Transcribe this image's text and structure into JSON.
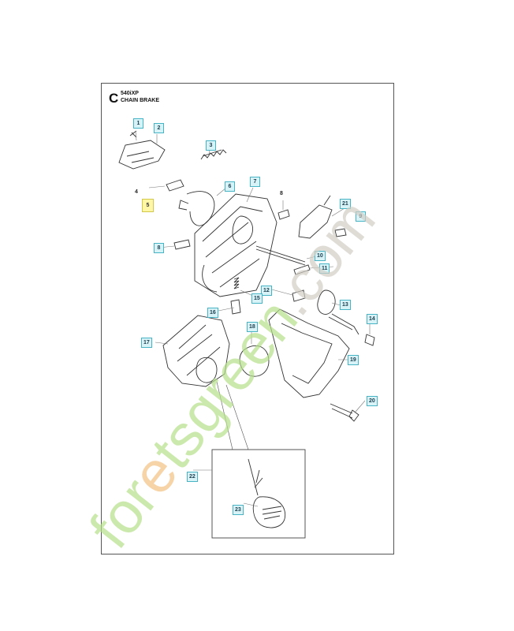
{
  "header": {
    "section": "C",
    "model": "540iXP",
    "subtitle": "CHAIN BRAKE"
  },
  "callouts": {
    "c1": "1",
    "c2": "2",
    "c3": "3",
    "c4": "4",
    "c5": "5",
    "c6": "6",
    "c7": "7",
    "c8a": "8",
    "c8b": "8",
    "c9": "9",
    "c10": "10",
    "c11": "11",
    "c12": "12",
    "c13": "13",
    "c14": "14",
    "c15": "15",
    "c16": "16",
    "c17": "17",
    "c18": "18",
    "c19": "19",
    "c20": "20",
    "c21": "21",
    "c22": "22",
    "c23": "23"
  },
  "watermark": {
    "text": "foretsgreen.com",
    "color_green": "#b7e08a",
    "color_orange": "#f3c083",
    "color_grey": "#d2cdc4"
  },
  "colors": {
    "tag_fill": "#d7f3f7",
    "tag_border": "#46b4c4",
    "highlight": "#fff7a6"
  }
}
